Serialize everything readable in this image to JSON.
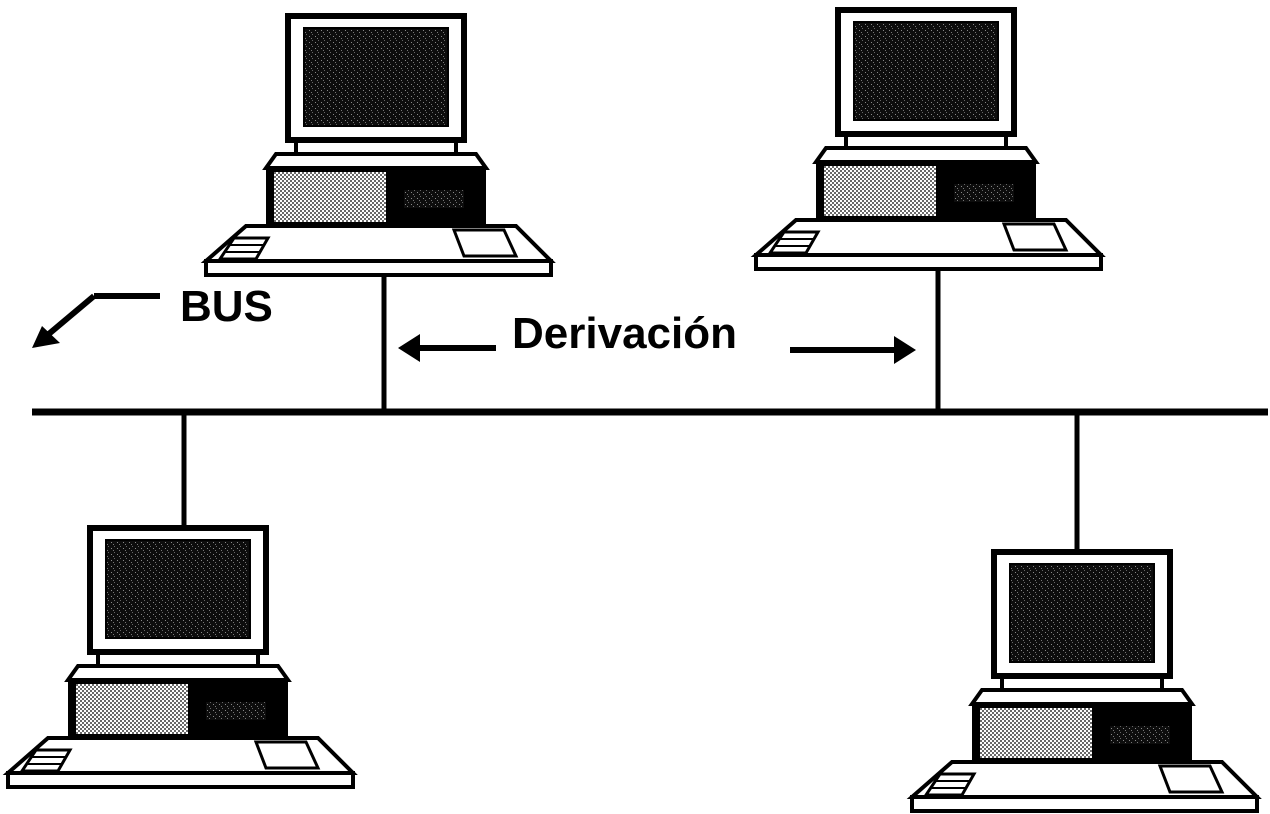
{
  "labels": {
    "bus": "BUS",
    "derivation": "Derivación"
  },
  "computers": [
    {
      "id": "computer-top-left"
    },
    {
      "id": "computer-top-right"
    },
    {
      "id": "computer-bottom-left"
    },
    {
      "id": "computer-bottom-right"
    }
  ],
  "colors": {
    "ink": "#000000",
    "paper": "#ffffff",
    "screen": "#111111",
    "drive_panel": "#bdbdbd"
  }
}
